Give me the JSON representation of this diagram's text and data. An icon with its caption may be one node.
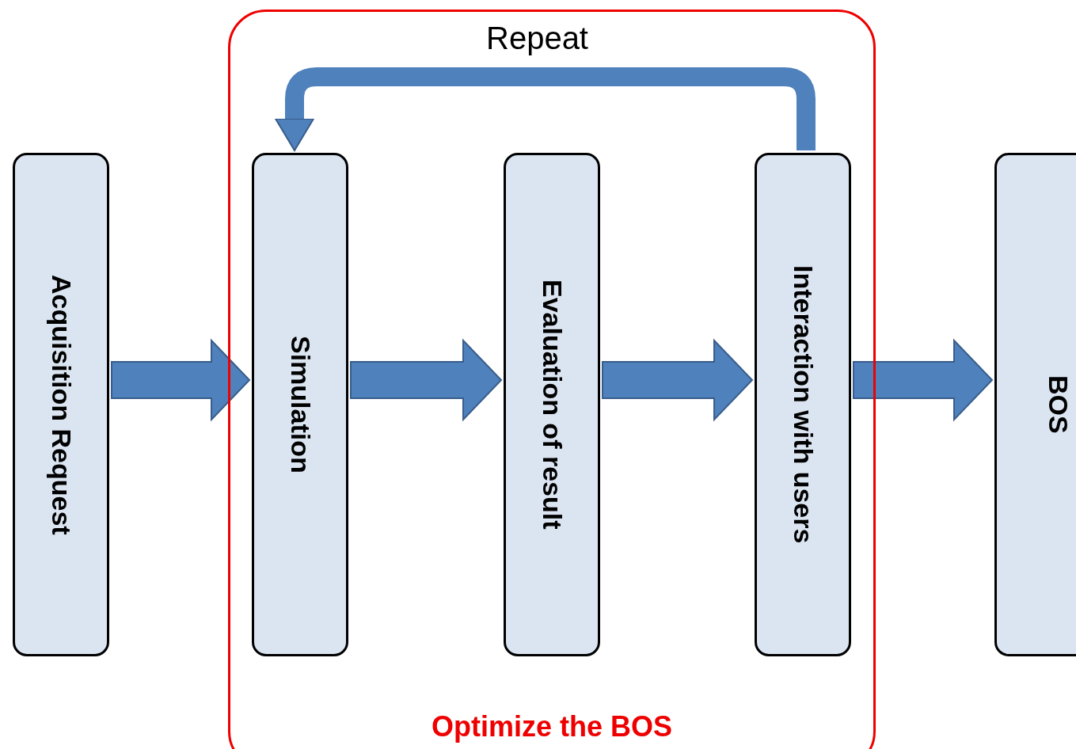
{
  "diagram": {
    "nodes": [
      {
        "text": [
          "Acquisition Request"
        ]
      },
      {
        "text": [
          "Optimize the BOS"
        ]
      },
      {
        "text": [
          "Simulation"
        ],
        "in": 1
      },
      {
        "text": [
          "Evaluation of result"
        ],
        "in": 1
      },
      {
        "text": [
          "Interaction with users"
        ],
        "in": 1
      },
      {
        "text": [
          "BOS"
        ]
      }
    ],
    "edges": [
      {
        "from": 0,
        "to": 2,
        "arrow": "to"
      },
      {
        "from": 2,
        "to": 3,
        "arrow": "to"
      },
      {
        "from": 3,
        "to": 4,
        "arrow": "to"
      },
      {
        "from": 4,
        "to": 5,
        "arrow": "to"
      },
      {
        "from": 4,
        "to": 2,
        "arrow": "to",
        "label": "Repeat"
      }
    ]
  }
}
